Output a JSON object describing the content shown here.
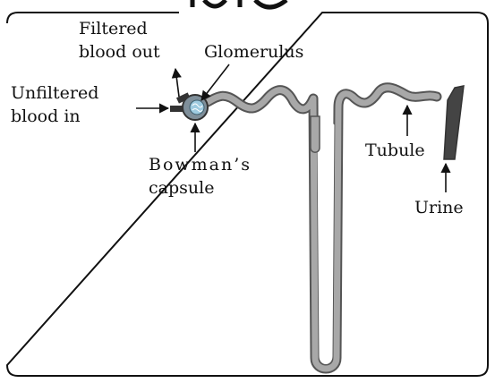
{
  "diagram": {
    "labels": {
      "filtered_line1": "Filtered",
      "filtered_line2": "blood out",
      "glomerulus": "Glomerulus",
      "unfiltered_line1": "Unfiltered",
      "unfiltered_line2": "blood in",
      "bowman_line1": "Bowman’s",
      "bowman_line2": "capsule",
      "tubule": "Tubule",
      "urine": "Urine"
    },
    "colors": {
      "tubule_fill": "#a8a8a8",
      "tubule_outline": "#555555",
      "collecting_duct": "#444444",
      "capsule": "#7f8f9a",
      "glomerulus": "#9ecbe0",
      "frame": "#111111"
    }
  }
}
